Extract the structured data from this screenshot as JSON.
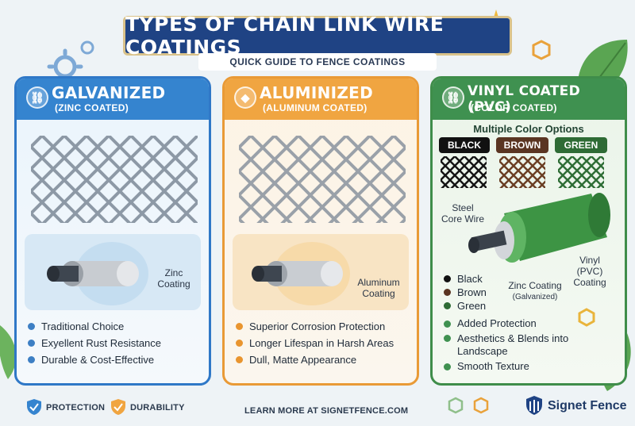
{
  "header": {
    "title": "TYPES OF CHAIN LINK WIRE COATINGS",
    "subtitle": "QUICK GUIDE TO FENCE COATINGS"
  },
  "panels": [
    {
      "name": "GALVANIZED",
      "sub": "(ZINC COATED)",
      "coil_label": "Zinc\nCoating",
      "bullets": [
        "Traditional Choice",
        "Exyellent Rust Resistance",
        "Durable & Cost-Effective"
      ]
    },
    {
      "name": "ALUMINIZED",
      "sub": "(ALUMINUM COATED)",
      "coil_label": "Aluminum\nCoating",
      "bullets": [
        "Superior Corrosion Protection",
        "Longer Lifespan in Harsh Areas",
        "Dull, Matte Appearance"
      ]
    },
    {
      "name": "VINYL COATED (PVC)",
      "sub": "(COLOR COATED)",
      "colors_title": "Multiple Color Options",
      "swatches": [
        "BLACK",
        "BROWN",
        "GREEN"
      ],
      "steel_label": "Steel\nCore Wire",
      "vinyl_label": "Vinyl\n(PVC)\nCoating",
      "zinc_label": "Zinc Coating",
      "zinc_sub": "(Galvanized)",
      "color_list": [
        "Black",
        "Brown",
        "Green"
      ],
      "bullets": [
        "Added Protection",
        "Aesthetics & Blends into Landscape",
        "Smooth Texture"
      ]
    }
  ],
  "footer": {
    "protection": "PROTECTION",
    "durability": "DURABILITY",
    "learn_more": "LEARN MORE AT SIGNETFENCE.COM",
    "brand": "Signet Fence"
  },
  "colors": {
    "galvanized": "#3584cf",
    "aluminized": "#f0a541",
    "vinyl": "#3f9150",
    "navy": "#1f4384"
  }
}
